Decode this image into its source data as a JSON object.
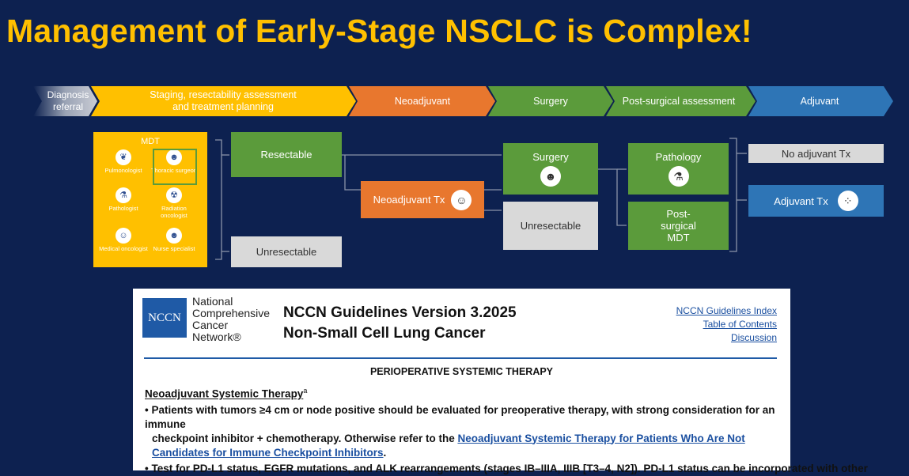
{
  "title": "Management of Early-Stage NSCLC is Complex!",
  "pathway": {
    "stages": [
      "Diagnosis\nreferral",
      "Staging, resectability assessment\nand treatment planning",
      "Neoadjuvant",
      "Surgery",
      "Post-surgical assessment",
      "Adjuvant"
    ]
  },
  "mdt": {
    "title": "MDT",
    "roles": [
      "Pulmonologist",
      "Thoracic surgeon",
      "Pathologist",
      "Radiation oncologist",
      "Medical oncologist",
      "Nurse specialist"
    ]
  },
  "flow": {
    "resectable": "Resectable",
    "unresectable_1": "Unresectable",
    "neoadjuvant_tx": "Neoadjuvant Tx",
    "surgery": "Surgery",
    "unresectable_2": "Unresectable",
    "pathology": "Pathology",
    "post_surgical_mdt": "Post-surgical MDT",
    "no_adjuvant": "No adjuvant Tx",
    "adjuvant_tx": "Adjuvant Tx"
  },
  "colors": {
    "yellow": "#ffc000",
    "orange": "#e8772e",
    "green": "#5b9b3b",
    "blue": "#2e75b6",
    "grey": "#d9d9d9",
    "background": "#0d2150"
  },
  "guideline": {
    "logo": "NCCN",
    "org_lines": [
      "National",
      "Comprehensive",
      "Cancer",
      "Network®"
    ],
    "version": "NCCN Guidelines Version 3.2025",
    "topic": "Non-Small Cell Lung Cancer",
    "links": [
      "NCCN Guidelines Index",
      "Table of Contents",
      "Discussion"
    ],
    "section": "PERIOPERATIVE SYSTEMIC THERAPY",
    "heading": "Neoadjuvant Systemic Therapy",
    "heading_sup": "a",
    "bullet1_line1": "• Patients with tumors ≥4 cm or node positive should be evaluated for preoperative therapy, with strong consideration for an immune",
    "bullet1_line2": "checkpoint inhibitor + chemotherapy. Otherwise refer to the ",
    "bullet1_link": "Neoadjuvant Systemic Therapy for Patients Who Are Not Candidates for Immune Checkpoint Inhibitors",
    "bullet1_end": ".",
    "bullet2": "• Test for PD-L1 status, EGFR mutations, and ALK rearrangements (stages IB–IIIA, IIIB [T3–4, N2]). PD-L1 status can be incorporated with other"
  }
}
